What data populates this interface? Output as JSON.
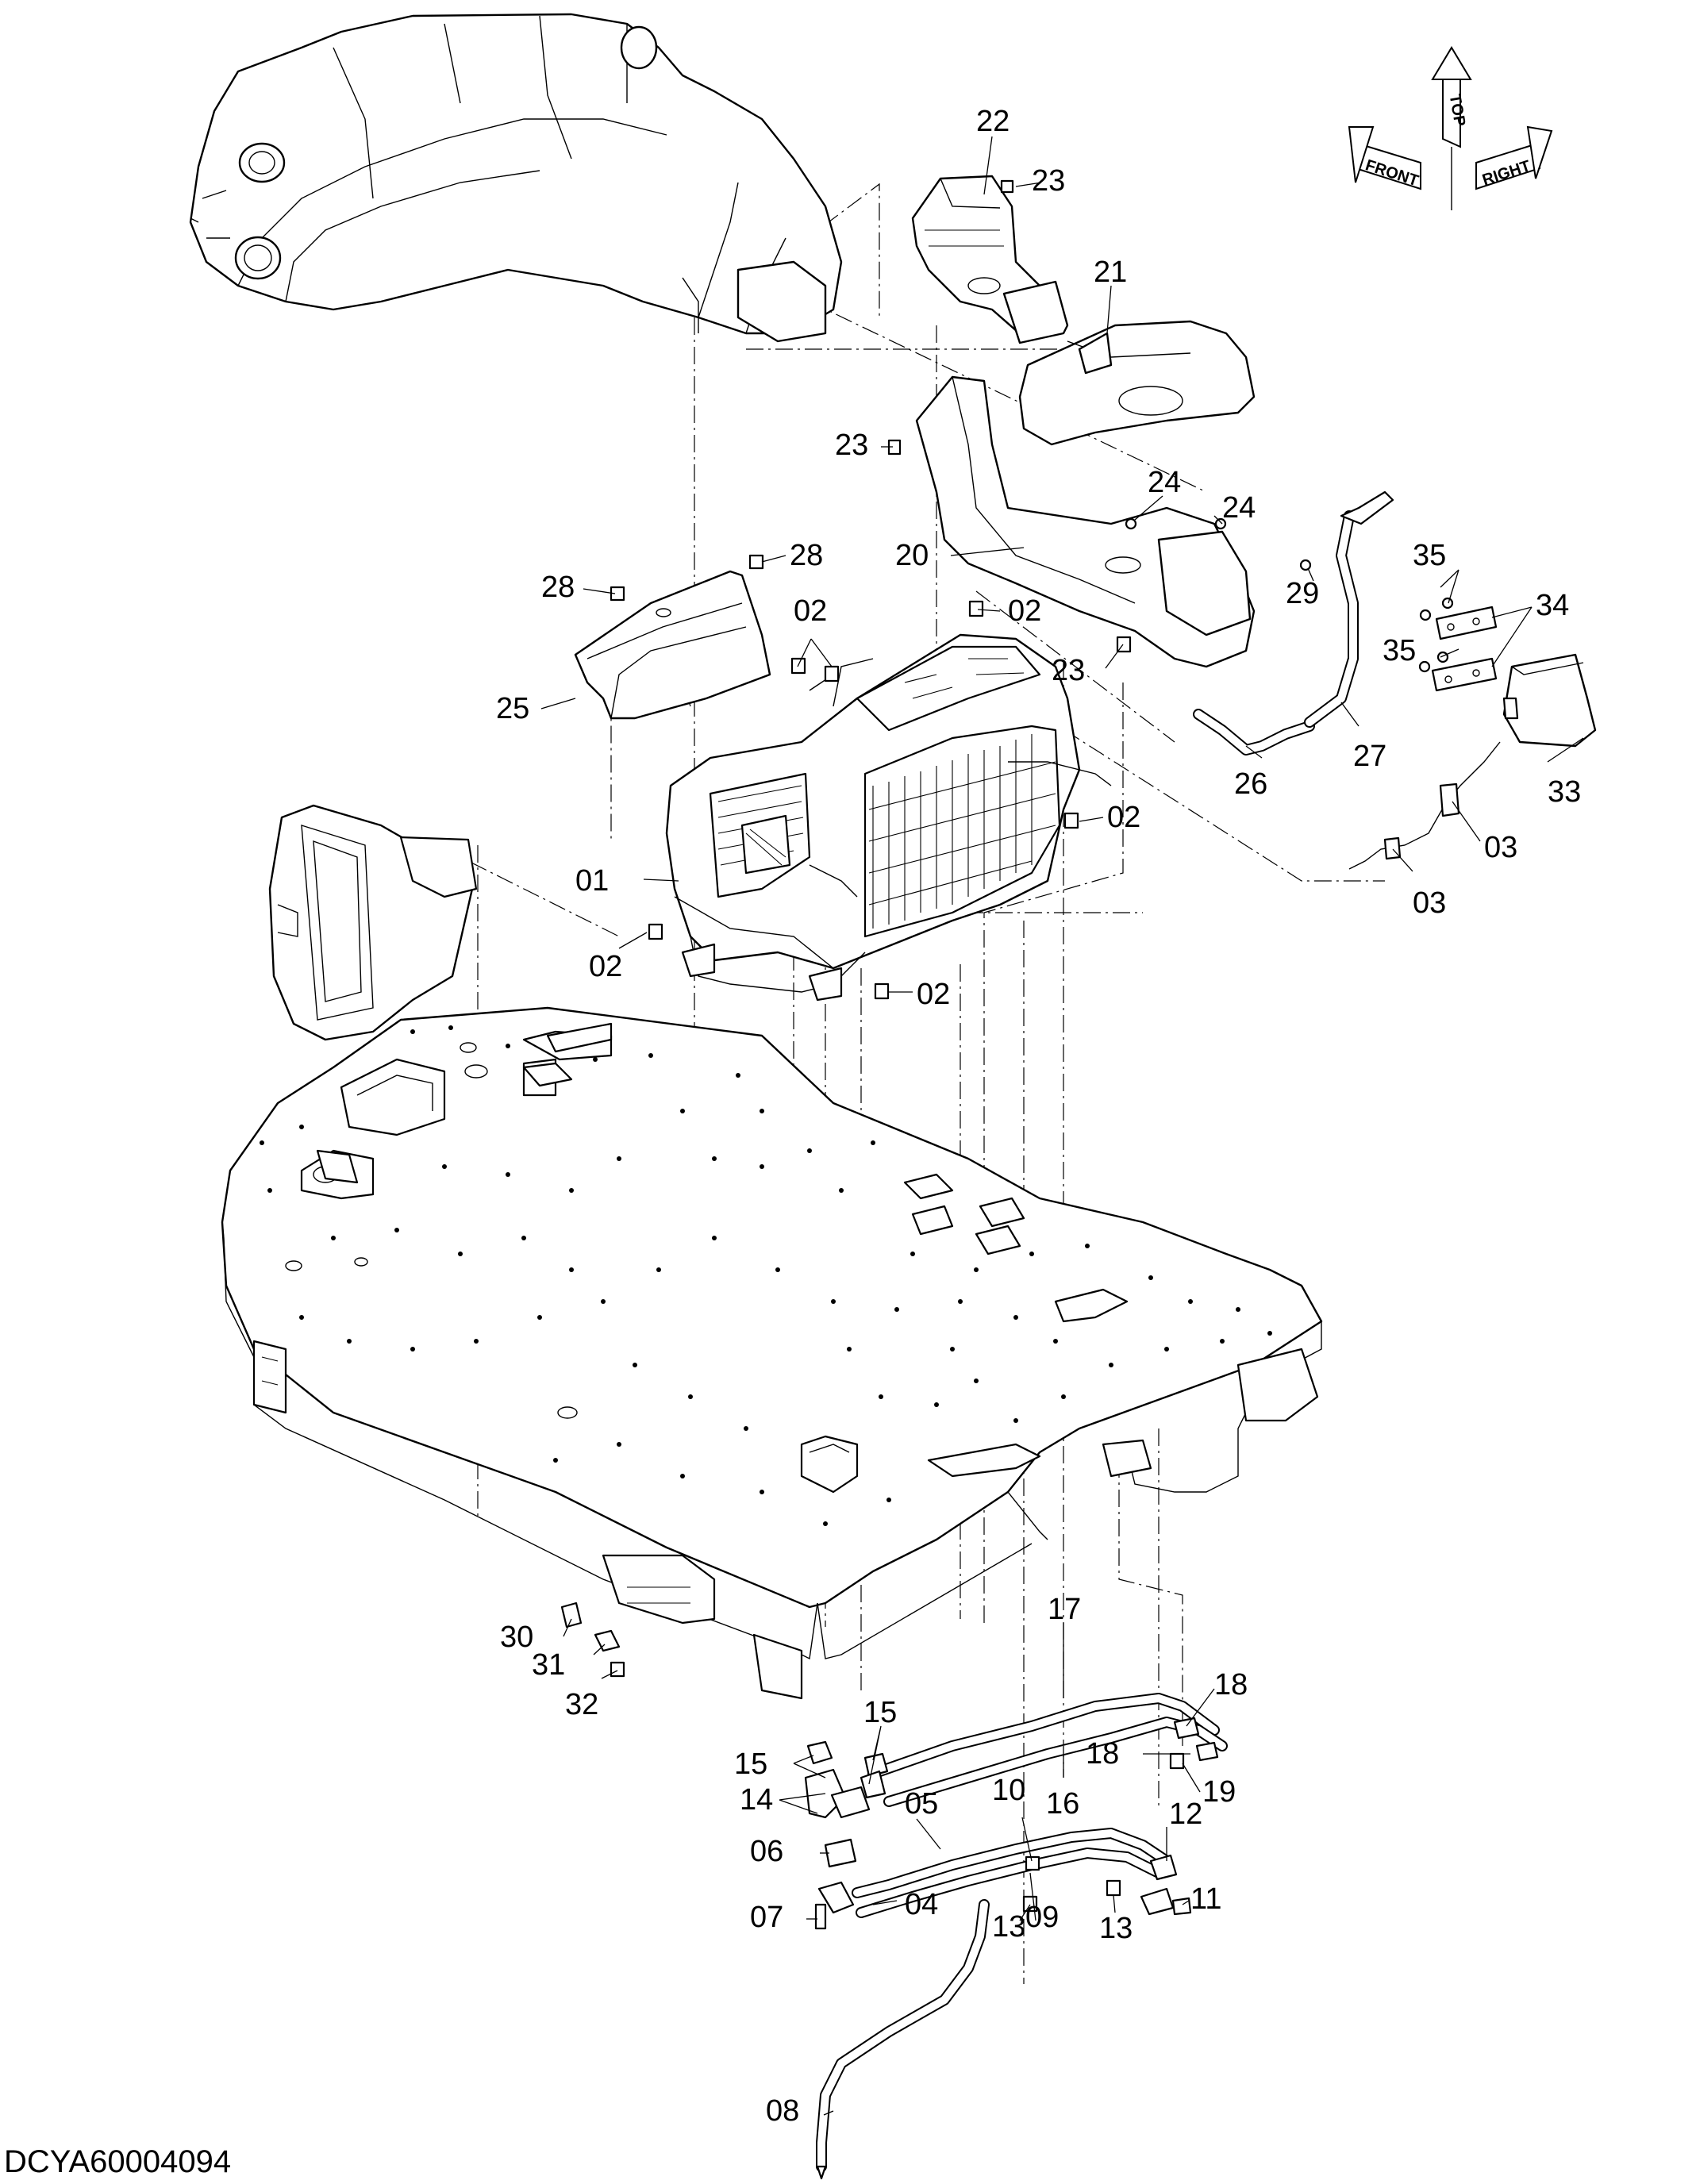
{
  "document_id": "DCYA60004094",
  "orientation_arrows": {
    "front": "FRONT",
    "top": "TOP",
    "right": "RIGHT"
  },
  "callouts": [
    {
      "id": "c-22",
      "text": "22"
    },
    {
      "id": "c-23a",
      "text": "23"
    },
    {
      "id": "c-21",
      "text": "21"
    },
    {
      "id": "c-23b",
      "text": "23"
    },
    {
      "id": "c-24a",
      "text": "24"
    },
    {
      "id": "c-24b",
      "text": "24"
    },
    {
      "id": "c-20",
      "text": "20"
    },
    {
      "id": "c-28a",
      "text": "28"
    },
    {
      "id": "c-28b",
      "text": "28"
    },
    {
      "id": "c-02a",
      "text": "02"
    },
    {
      "id": "c-02b",
      "text": "02"
    },
    {
      "id": "c-23c",
      "text": "23"
    },
    {
      "id": "c-25",
      "text": "25"
    },
    {
      "id": "c-29",
      "text": "29"
    },
    {
      "id": "c-35a",
      "text": "35"
    },
    {
      "id": "c-34",
      "text": "34"
    },
    {
      "id": "c-35b",
      "text": "35"
    },
    {
      "id": "c-27",
      "text": "27"
    },
    {
      "id": "c-33",
      "text": "33"
    },
    {
      "id": "c-26",
      "text": "26"
    },
    {
      "id": "c-02c",
      "text": "02"
    },
    {
      "id": "c-03a",
      "text": "03"
    },
    {
      "id": "c-01",
      "text": "01"
    },
    {
      "id": "c-03b",
      "text": "03"
    },
    {
      "id": "c-02d",
      "text": "02"
    },
    {
      "id": "c-02e",
      "text": "02"
    },
    {
      "id": "c-17",
      "text": "17"
    },
    {
      "id": "c-30",
      "text": "30"
    },
    {
      "id": "c-31",
      "text": "31"
    },
    {
      "id": "c-32",
      "text": "32"
    },
    {
      "id": "c-18a",
      "text": "18"
    },
    {
      "id": "c-15a",
      "text": "15"
    },
    {
      "id": "c-15b",
      "text": "15"
    },
    {
      "id": "c-18b",
      "text": "18"
    },
    {
      "id": "c-16",
      "text": "16"
    },
    {
      "id": "c-19",
      "text": "19"
    },
    {
      "id": "c-14",
      "text": "14"
    },
    {
      "id": "c-05",
      "text": "05"
    },
    {
      "id": "c-10",
      "text": "10"
    },
    {
      "id": "c-12",
      "text": "12"
    },
    {
      "id": "c-06",
      "text": "06"
    },
    {
      "id": "c-11",
      "text": "11"
    },
    {
      "id": "c-07",
      "text": "07"
    },
    {
      "id": "c-04",
      "text": "04"
    },
    {
      "id": "c-13a",
      "text": "13"
    },
    {
      "id": "c-09",
      "text": "09"
    },
    {
      "id": "c-13b",
      "text": "13"
    },
    {
      "id": "c-08",
      "text": "08"
    }
  ]
}
